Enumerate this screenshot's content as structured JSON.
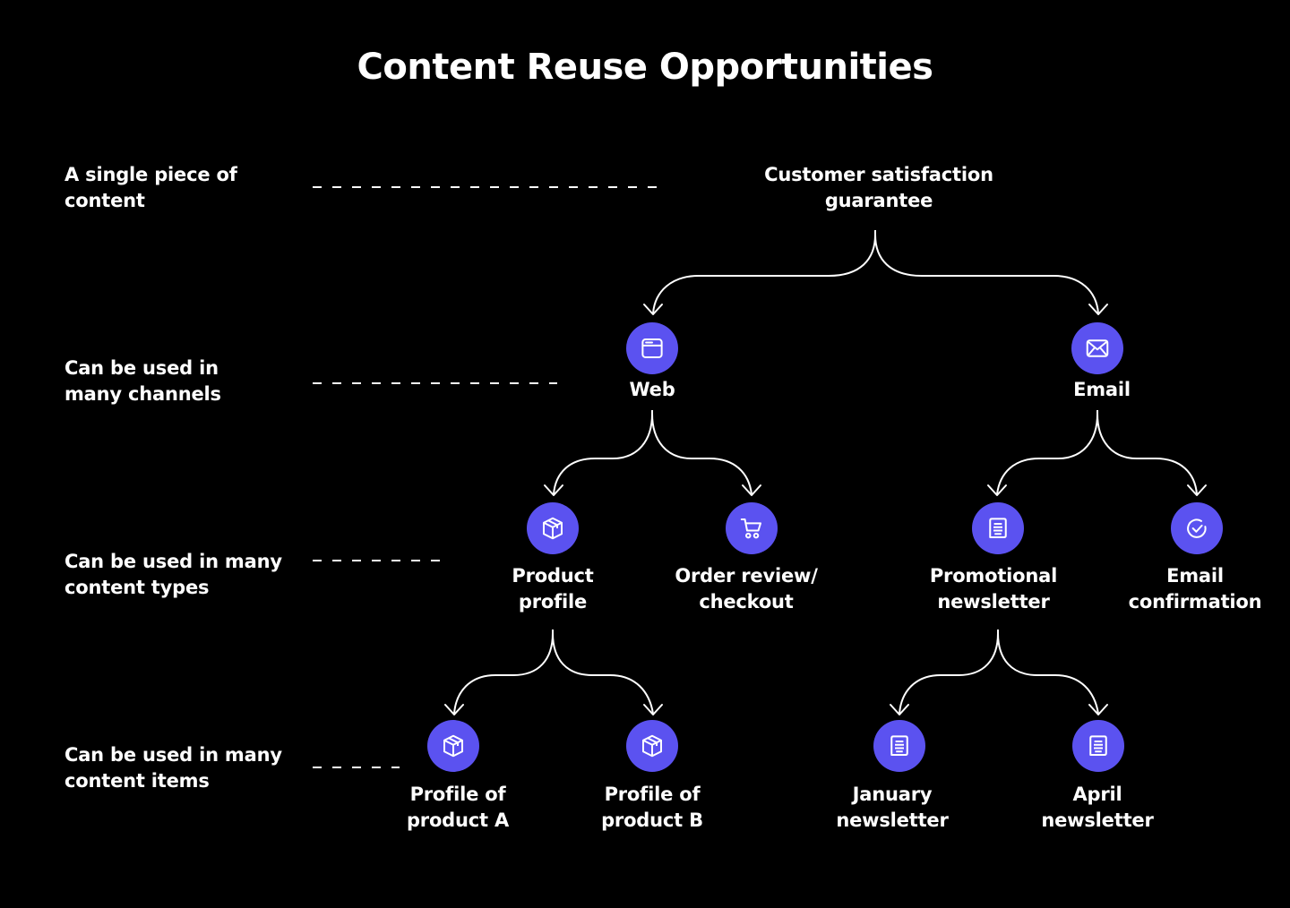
{
  "title": "Content Reuse Opportunities",
  "colors": {
    "background": "#000000",
    "node_fill": "#5B52F0",
    "line": "#FFFFFF",
    "text": "#FFFFFF"
  },
  "levels": [
    {
      "label": "A single piece of\ncontent"
    },
    {
      "label": "Can be used in\nmany channels"
    },
    {
      "label": "Can be used in many\ncontent types"
    },
    {
      "label": "Can be used in many\ncontent items"
    }
  ],
  "root": {
    "label": "Customer satisfaction\nguarantee"
  },
  "channels": [
    {
      "label": "Web",
      "icon": "browser-window-icon"
    },
    {
      "label": "Email",
      "icon": "envelope-icon"
    }
  ],
  "content_types": [
    {
      "label": "Product\nprofile",
      "icon": "box-icon",
      "parent": "Web"
    },
    {
      "label": "Order review/\ncheckout",
      "icon": "shopping-cart-icon",
      "parent": "Web"
    },
    {
      "label": "Promotional\nnewsletter",
      "icon": "document-icon",
      "parent": "Email"
    },
    {
      "label": "Email\nconfirmation",
      "icon": "check-circle-icon",
      "parent": "Email"
    }
  ],
  "content_items": [
    {
      "label": "Profile of\nproduct A",
      "icon": "box-icon",
      "parent": "Product profile"
    },
    {
      "label": "Profile of\nproduct B",
      "icon": "box-icon",
      "parent": "Product profile"
    },
    {
      "label": "January\nnewsletter",
      "icon": "document-icon",
      "parent": "Promotional newsletter"
    },
    {
      "label": "April\nnewsletter",
      "icon": "document-icon",
      "parent": "Promotional newsletter"
    }
  ]
}
